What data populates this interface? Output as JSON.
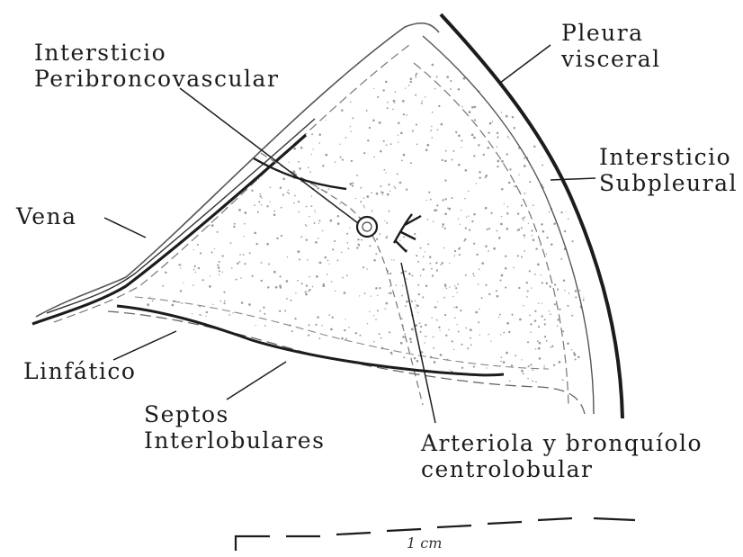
{
  "labels": {
    "intersticio_peribroncovascular": [
      "Intersticio",
      "Peribroncovascular"
    ],
    "pleura_visceral": [
      "Pleura",
      "visceral"
    ],
    "intersticio_subpleural": [
      "Intersticio",
      "Subpleural"
    ],
    "vena": "Vena",
    "linfatico": "Linfático",
    "septos_interlobulares": [
      "Septos",
      "Interlobulares"
    ],
    "arteriola_bronquiolo": [
      "Arteriola y bronquíolo",
      "centrolobular"
    ]
  },
  "scale_bar": {
    "label": "1 cm"
  },
  "colors": {
    "ink": "#1c1c1c",
    "dash": "#6a6a6a",
    "stipple": "#9a9a9a",
    "paper": "#ffffff"
  }
}
